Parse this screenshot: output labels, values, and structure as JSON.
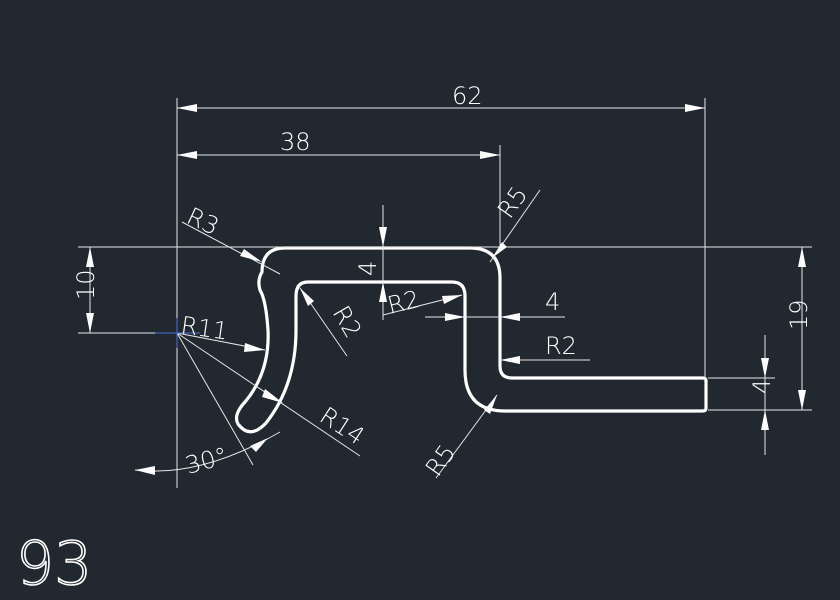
{
  "drawing": {
    "id_label": "93",
    "dims": {
      "overall_width": "62",
      "inner_width": "38",
      "top_radius_right": "R5",
      "top_radius_left": "R3",
      "top_thickness": "4",
      "inner_radius_top": "R2",
      "wall_thickness": "4",
      "inner_radius_right": "R2",
      "left_height": "10",
      "arc_radius_inner": "R11",
      "inner_radius_left": "R2",
      "overall_height": "19",
      "flange_thickness": "4",
      "arc_radius_outer": "R14",
      "bottom_radius": "R5",
      "angle": "30°"
    },
    "colors": {
      "background": "#212830",
      "lines": "#ffffff",
      "center_mark": "#4a6bd8"
    }
  }
}
